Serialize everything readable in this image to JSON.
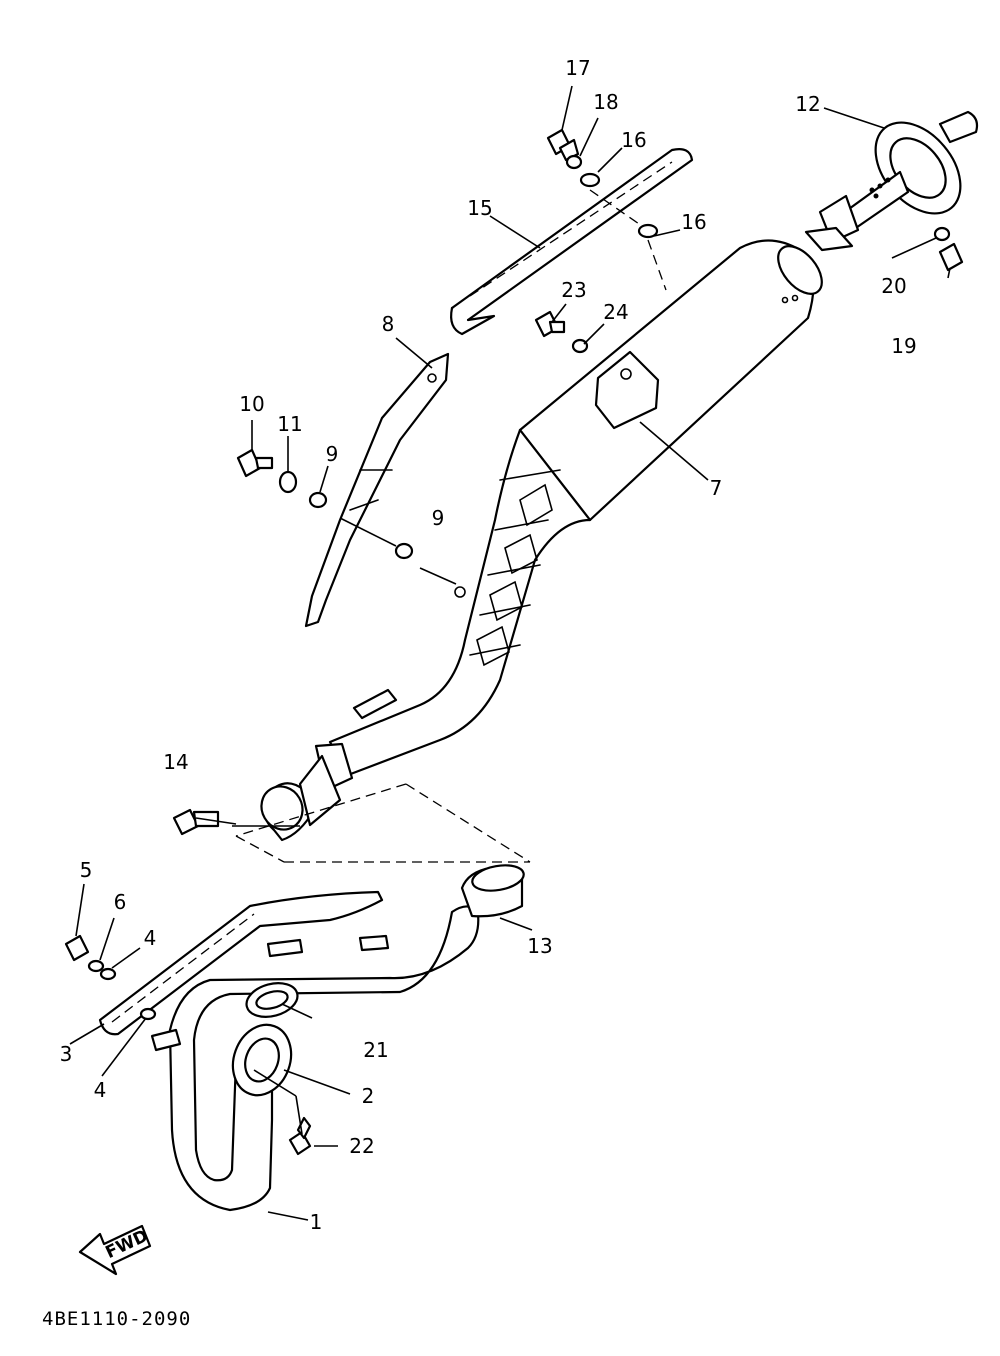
{
  "callouts": {
    "c1": "1",
    "c2": "2",
    "c3": "3",
    "c4a": "4",
    "c4b": "4",
    "c5": "5",
    "c6": "6",
    "c7": "7",
    "c8": "8",
    "c9a": "9",
    "c9b": "9",
    "c10": "10",
    "c11": "11",
    "c12": "12",
    "c13": "13",
    "c14": "14",
    "c15": "15",
    "c16a": "16",
    "c16b": "16",
    "c17": "17",
    "c18": "18",
    "c19": "19",
    "c20": "20",
    "c21": "21",
    "c22": "22",
    "c23": "23",
    "c24": "24"
  },
  "direction_label": "FWD",
  "diagram_code": "4BE1110-2090"
}
